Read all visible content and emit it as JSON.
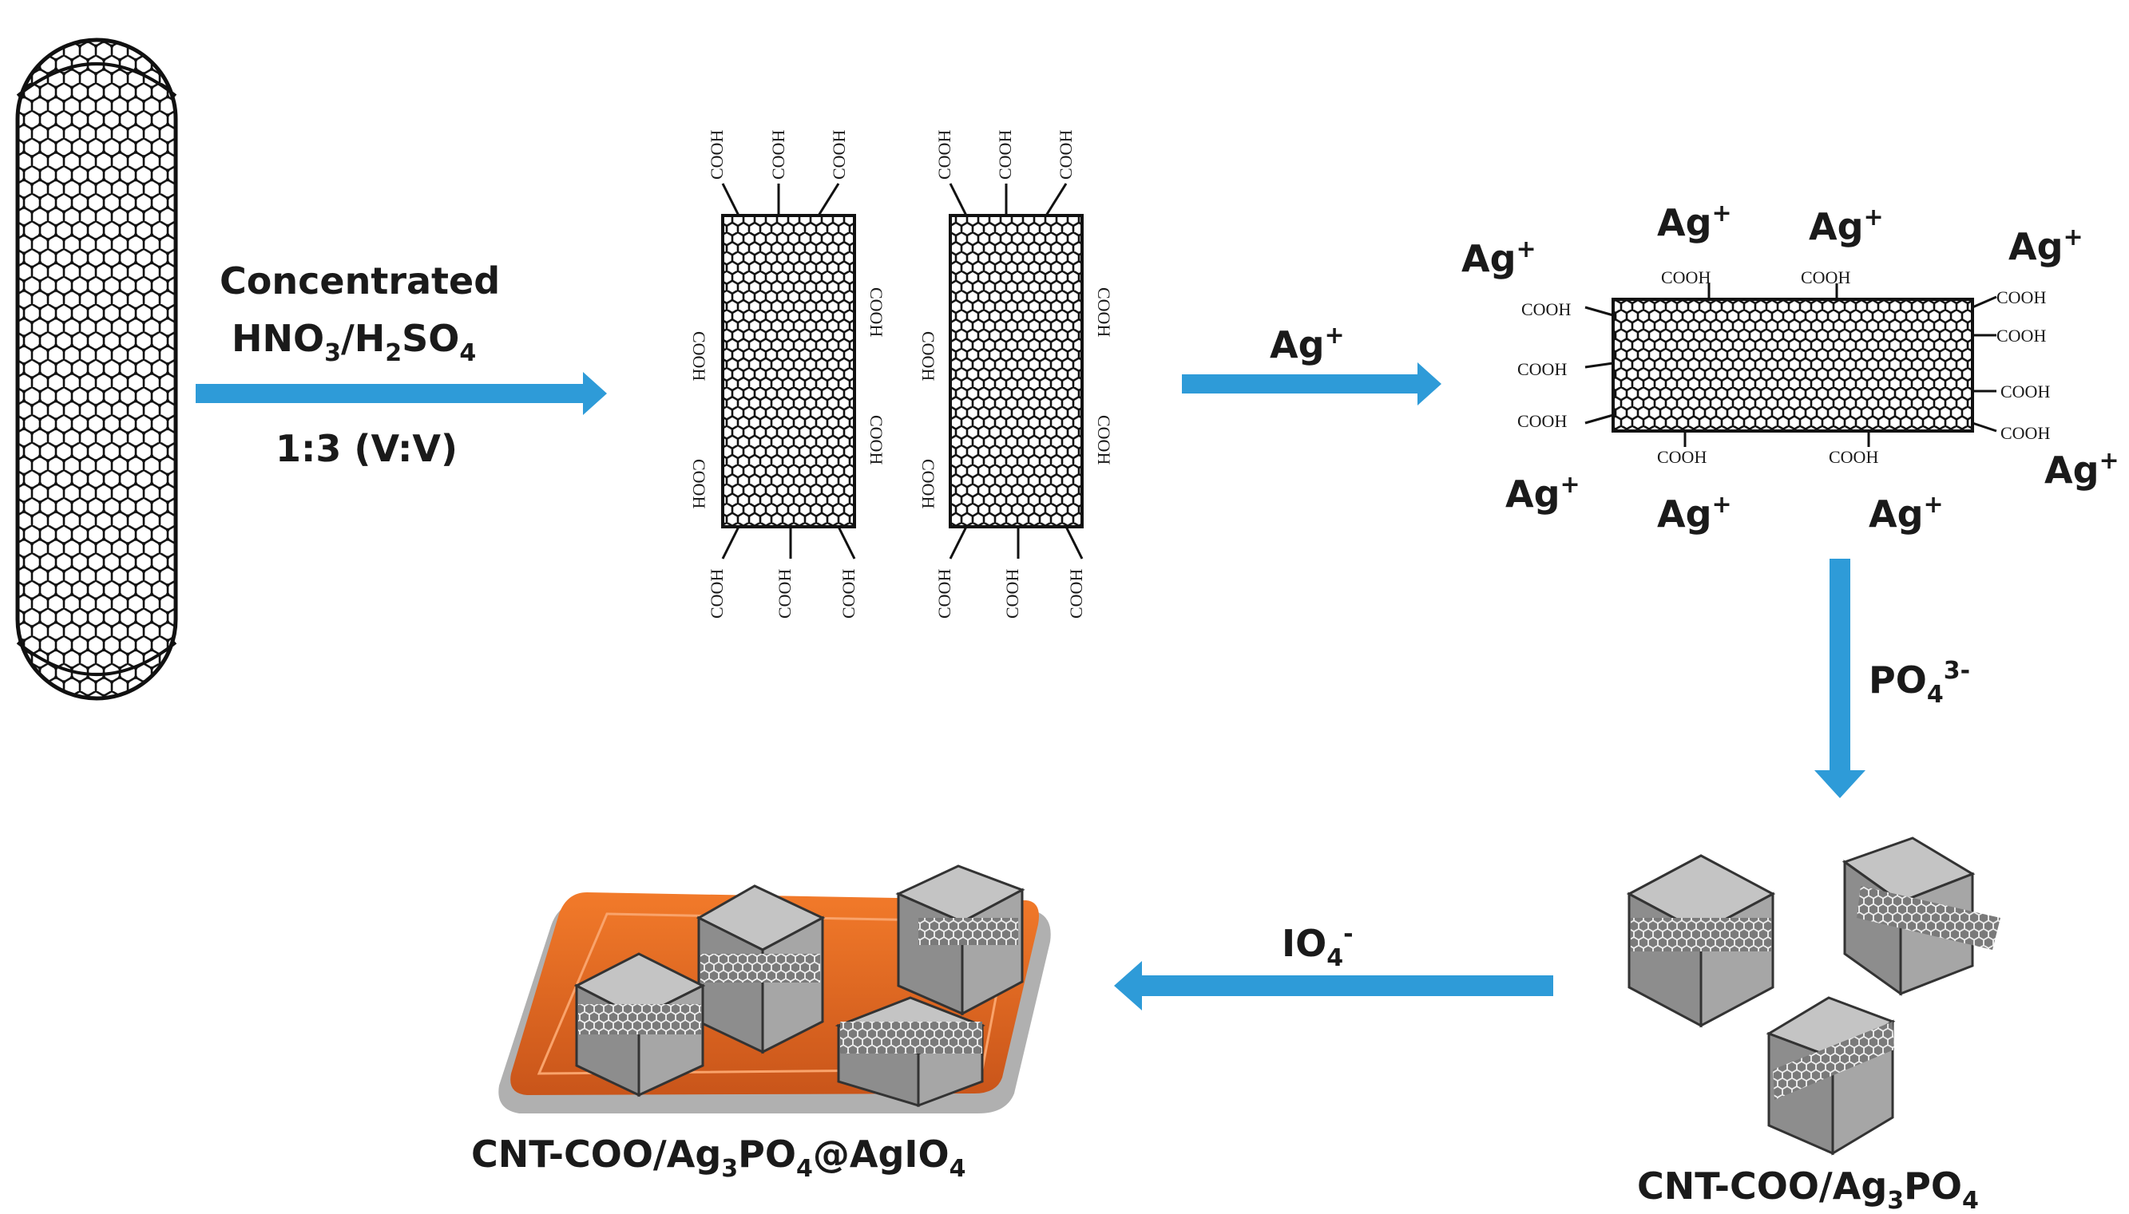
{
  "colors": {
    "arrow": "#2e9bd8",
    "lattice": "#111111",
    "cube_face": "#9b9b9b",
    "cube_top": "#c4c4c4",
    "substrate": "#e0671f"
  },
  "step1": {
    "reagent": "Concentrated",
    "acid_a": "HNO",
    "acid_a_sub": "3",
    "acid_sep": "/H",
    "acid_b_sub1": "2",
    "acid_b": "SO",
    "acid_b_sub2": "4",
    "ratio": "1:3 (V:V)"
  },
  "step2": {
    "ion": "Ag",
    "ion_sup": "+"
  },
  "step3": {
    "ion": "PO",
    "ion_sub": "4",
    "ion_sup": "3-"
  },
  "step4": {
    "ion": "IO",
    "ion_sub": "4",
    "ion_sup": "-"
  },
  "group_label": "COOH",
  "silver_ion": {
    "base": "Ag",
    "sup": "+"
  },
  "product1": {
    "prefix": "CNT-COO/Ag",
    "sub1": "3",
    "mid": "PO",
    "sub2": "4"
  },
  "product2": {
    "prefix": "CNT-COO/Ag",
    "sub1": "3",
    "mid": "PO",
    "sub2": "4",
    "suffix": "@AgIO",
    "sub3": "4"
  }
}
